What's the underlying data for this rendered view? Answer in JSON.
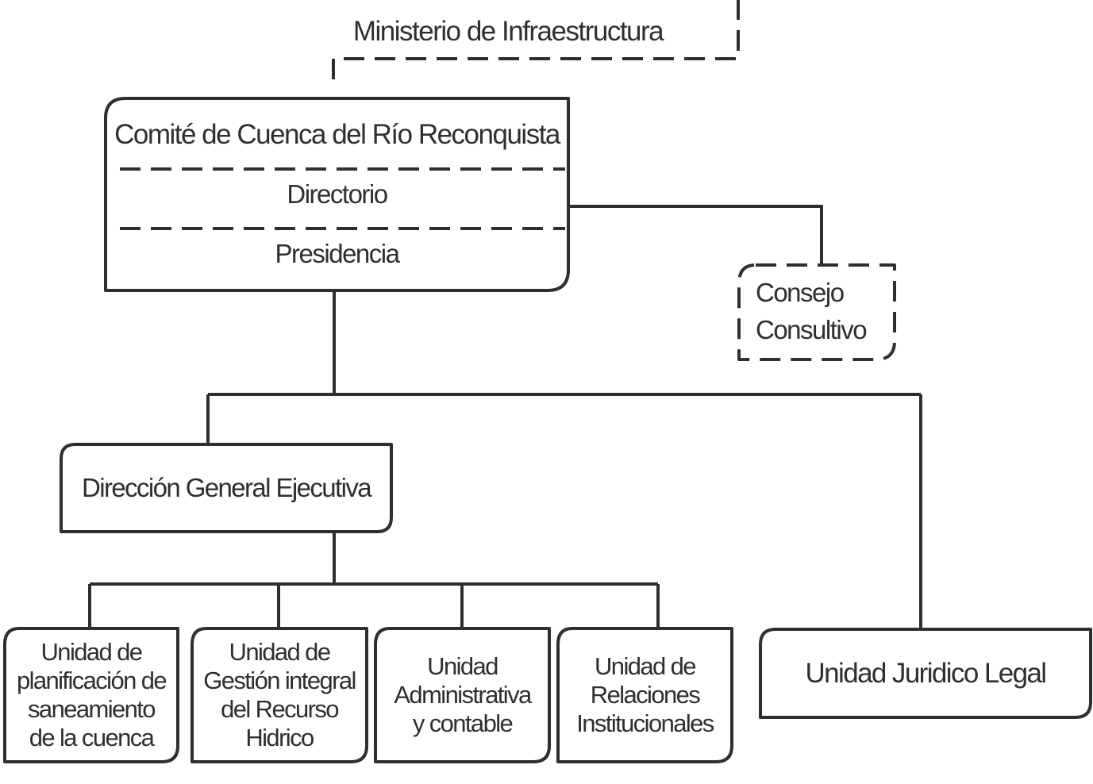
{
  "ministry": {
    "label": "Ministerio de Infraestructura"
  },
  "committee": {
    "title": "Comité de Cuenca del Río Reconquista",
    "directory": "Directorio",
    "presidency": "Presidencia"
  },
  "council": {
    "line1": "Consejo",
    "line2": "Consultivo"
  },
  "direction": {
    "label": "Dirección General Ejecutiva"
  },
  "units": [
    {
      "lines": [
        "Unidad de",
        "planificación de",
        "saneamiento",
        "de la cuenca"
      ]
    },
    {
      "lines": [
        "Unidad de",
        "Gestión integral",
        "del Recurso",
        "Hidrico"
      ]
    },
    {
      "lines": [
        "Unidad",
        "Administrativa",
        "y contable"
      ]
    },
    {
      "lines": [
        "Unidad de",
        "Relaciones",
        "Institucionales"
      ]
    }
  ],
  "legal": {
    "label": "Unidad Juridico Legal"
  },
  "colors": {
    "stroke": "#2f2f2f",
    "text": "#2f2f2f",
    "background": "#ffffff"
  }
}
